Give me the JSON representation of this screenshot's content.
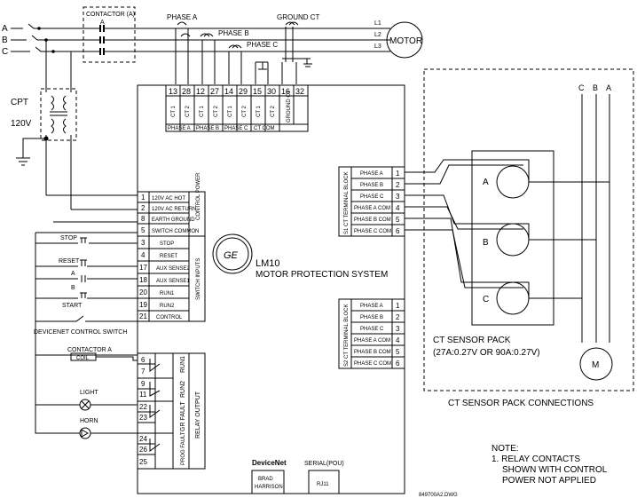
{
  "lines": {
    "a": "A",
    "b": "B",
    "c": "C"
  },
  "contactor_box": {
    "title": "CONTACTOR (A)",
    "contact": "A"
  },
  "cpt": {
    "label": "CPT",
    "voltage": "120V"
  },
  "phase_labels": {
    "a": "PHASE A",
    "b": "PHASE B",
    "c": "PHASE C",
    "gct": "GROUND CT"
  },
  "motor": {
    "label": "MOTOR",
    "l1": "L1",
    "l2": "L2",
    "l3": "L3"
  },
  "ct_terminals": {
    "numbers": [
      "13",
      "28",
      "12",
      "27",
      "14",
      "29",
      "15",
      "30",
      "16",
      "32"
    ],
    "labels": [
      "CT 1",
      "CT 2",
      "CT 1",
      "CT 2",
      "CT 1",
      "CT 2",
      "CT 1",
      "CT 2",
      "GROUND CT"
    ],
    "groups": [
      "PHASE A",
      "PHASE B",
      "PHASE C",
      "CT COM"
    ]
  },
  "control_power": {
    "header": "CONTROL POWER",
    "rows": [
      {
        "num": "1",
        "label": "120V AC HOT"
      },
      {
        "num": "2",
        "label": "120V AC RETURN"
      },
      {
        "num": "8",
        "label": "EARTH GROUND"
      },
      {
        "num": "5",
        "label": "SWITCH COMMON"
      }
    ]
  },
  "switch_inputs": {
    "header": "SWITCH INPUTS",
    "rows": [
      {
        "num": "3",
        "label": "STOP"
      },
      {
        "num": "4",
        "label": "RESET"
      },
      {
        "num": "17",
        "label": "AUX SENSE2"
      },
      {
        "num": "18",
        "label": "AUX SENSE1"
      },
      {
        "num": "20",
        "label": "RUN1"
      },
      {
        "num": "19",
        "label": "RUN2"
      },
      {
        "num": "21",
        "label": "CONTROL"
      }
    ]
  },
  "left_switches": {
    "stop": "STOP",
    "reset": "RESET",
    "aux_a": "A",
    "aux_b": "B",
    "start": "START",
    "devicenet": "DEVICENET CONTROL SWITCH",
    "contactor_a": "CONTACTOR A",
    "coil": "COIL",
    "light": "LIGHT",
    "horn": "HORN"
  },
  "relay_output": {
    "header": "RELAY OUTPUT",
    "groups": [
      {
        "label": "RUN1",
        "nums": [
          "6",
          "7"
        ]
      },
      {
        "label": "RUN2",
        "nums": [
          "9",
          "11"
        ]
      },
      {
        "label": "GR FAULT",
        "nums": [
          "22",
          "23",
          "24"
        ]
      },
      {
        "label": "PROG FAULT",
        "nums": [
          "24",
          "26",
          "25"
        ]
      }
    ],
    "all_nums": [
      "6",
      "7",
      "9",
      "11",
      "22",
      "23",
      "24",
      "26",
      "25"
    ]
  },
  "device": {
    "model": "LM10",
    "name": "MOTOR PROTECTION SYSTEM"
  },
  "s1_block": {
    "label": "S1 CT TERMINAL BLOCK",
    "rows": [
      {
        "name": "PHASE A",
        "num": "1"
      },
      {
        "name": "PHASE B",
        "num": "2"
      },
      {
        "name": "PHASE C",
        "num": "3"
      },
      {
        "name": "PHASE A COM",
        "num": "4"
      },
      {
        "name": "PHASE B COM",
        "num": "5"
      },
      {
        "name": "PHASE C COM",
        "num": "6"
      }
    ]
  },
  "s2_block": {
    "label": "S2 CT TERMINAL BLOCK",
    "rows": [
      {
        "name": "PHASE A",
        "num": "1"
      },
      {
        "name": "PHASE B",
        "num": "2"
      },
      {
        "name": "PHASE C",
        "num": "3"
      },
      {
        "name": "PHASE A COM",
        "num": "4"
      },
      {
        "name": "PHASE B COM",
        "num": "5"
      },
      {
        "name": "PHASE C COM",
        "num": "6"
      }
    ]
  },
  "sensor_pack": {
    "cba": [
      "C",
      "B",
      "A"
    ],
    "sensors": [
      "A",
      "B",
      "C"
    ],
    "motor": "M",
    "title": "CT SENSOR PACK",
    "ratio": "(27A:0.27V OR 90A:0.27V)",
    "caption": "CT SENSOR PACK CONNECTIONS"
  },
  "ports": {
    "devicenet": "DeviceNet",
    "brad1": "BRAD",
    "brad2": "HARRISON",
    "serial": "SERIAL(POU)",
    "rj": "RJ11"
  },
  "note": {
    "title": "NOTE:",
    "l1": "1. RELAY CONTACTS",
    "l2": "SHOWN WITH CONTROL",
    "l3": "POWER NOT APPLIED"
  },
  "dwg": "849700A2.DWG"
}
